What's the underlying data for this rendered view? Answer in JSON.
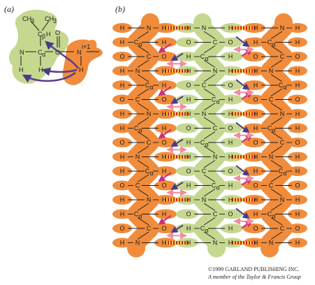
{
  "panel_a": {
    "label": "(a)",
    "atoms": {
      "ch3_left": "CH",
      "ch3_right": "CH",
      "sub3": "3",
      "c_beta": "C",
      "beta": "β",
      "h_beta": "H",
      "n": "N",
      "c_alpha": "C",
      "alpha": "α",
      "c_carbonyl": "C",
      "o": "O",
      "h_n": "H",
      "h_alpha": "H",
      "n_next": "N",
      "i_plus_1": "i+1",
      "h_next": "H"
    }
  },
  "panel_b": {
    "label": "(b)",
    "atoms": {
      "h": "H",
      "n": "N",
      "c": "C",
      "o": "O",
      "alpha": "α"
    }
  },
  "colors": {
    "backbone_orange": "#f08c3c",
    "sidechain_green": "#c6d890",
    "arrow_purple": "#5a3c8c",
    "arrow_magenta": "#c8327a",
    "hbond_red": "#d42020",
    "hbond_yellow": "#f5d43a",
    "pink_arrow": "#f08ca0"
  },
  "copyright": {
    "line1": "©1999 GARLAND PUBLISHING INC.",
    "line2": "A member of the Taylor & Francis Group"
  }
}
